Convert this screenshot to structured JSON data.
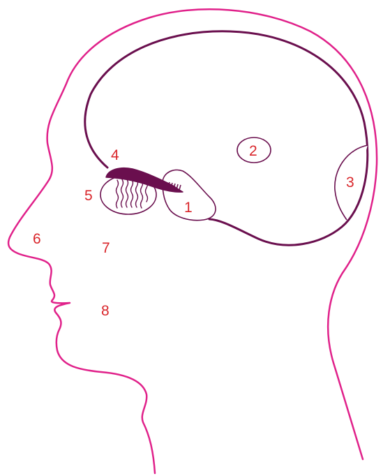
{
  "labels": {
    "l1": "1",
    "l2": "2",
    "l3": "3",
    "l4": "4",
    "l5": "5",
    "l6": "6",
    "l7": "7",
    "l8": "8"
  },
  "colors": {
    "head_outline": "#e0218a",
    "brain_outline": "#6a0f4e",
    "label": "#d9262b"
  }
}
